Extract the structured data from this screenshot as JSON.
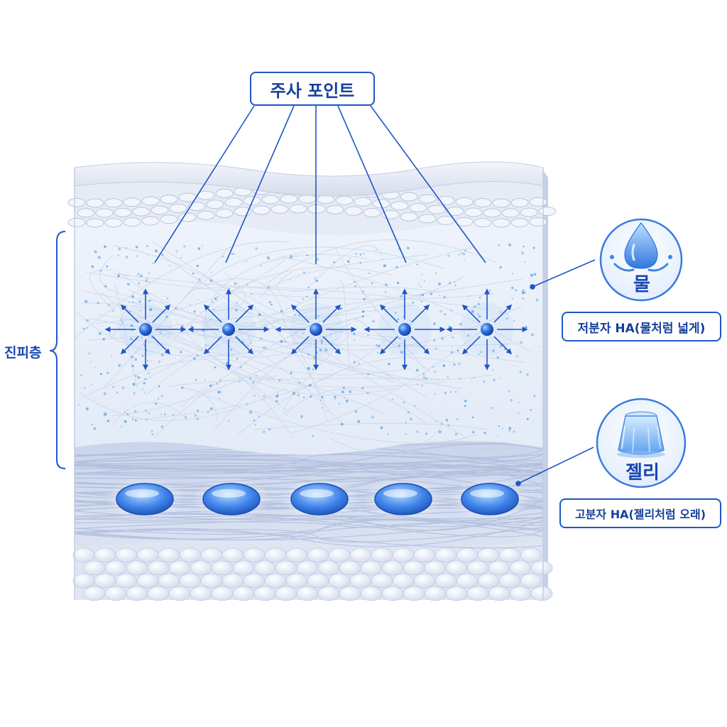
{
  "injection_points": {
    "label": "주사 포인트",
    "count": 5
  },
  "dermis": {
    "label": "진피층"
  },
  "low_molecular": {
    "icon_caption": "물",
    "label": "저분자 HA(물처럼 넓게)",
    "icon": "water-drop-icon"
  },
  "high_molecular": {
    "icon_caption": "젤리",
    "label": "고분자 HA(젤리처럼 오래)",
    "icon": "jelly-icon"
  },
  "colors": {
    "accent": "#1f56c9",
    "skin": "#dfe6f3",
    "dermis": "#e9f0fa",
    "hypodermis": "#cfd9ee",
    "ha": "#2f6fe0"
  }
}
